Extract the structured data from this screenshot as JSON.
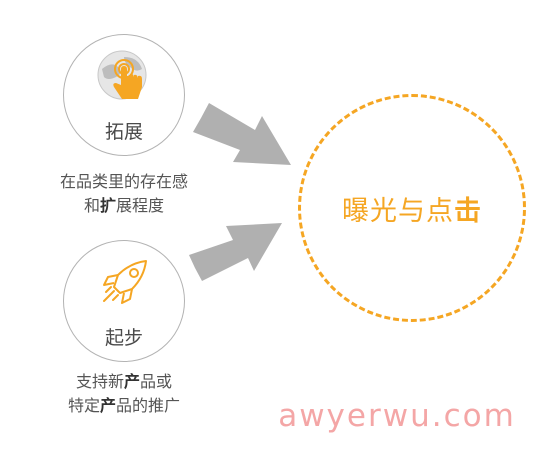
{
  "stage1": {
    "icon": "globe-tap-icon",
    "title": "拓展",
    "caption_line1": "在品类里的存在感",
    "caption_line2_a": "和",
    "caption_line2_b": "扩",
    "caption_line2_c": "展程度"
  },
  "stage2": {
    "icon": "rocket-icon",
    "title": "起步",
    "caption_line1_a": "支持新",
    "caption_line1_b": "产",
    "caption_line1_c": "品或",
    "caption_line2_a": "特定",
    "caption_line2_b": "产",
    "caption_line2_c": "品的推广"
  },
  "goal": {
    "label_a": "曝光与点",
    "label_b": "击"
  },
  "watermark": "awyerwu.com",
  "colors": {
    "accent": "#f5a623",
    "arrow": "#b0b0b0",
    "circle_border": "#b3b3b3",
    "watermark": "#f4a6a6"
  }
}
